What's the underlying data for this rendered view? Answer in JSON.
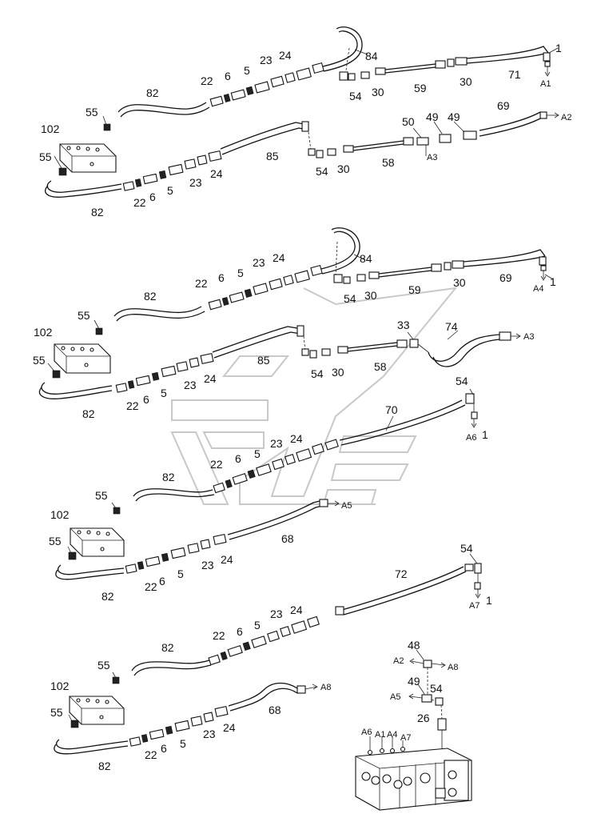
{
  "labels": {
    "s1": {
      "hose84": "84",
      "n54a": "54",
      "n30a": "30",
      "n59": "59",
      "n30b": "30",
      "hose71": "71",
      "n1": "1",
      "a1": "A1",
      "n24": "24",
      "n23": "23",
      "n5": "5",
      "n6": "6",
      "n22": "22",
      "hose82": "82",
      "n55": "55",
      "block": "102",
      "n55b": "55",
      "hose82b": "82",
      "n22b": "22",
      "n6b": "6",
      "n5b": "5",
      "n23b": "23",
      "n24b": "24",
      "hose85": "85",
      "n54b": "54",
      "n30c": "30",
      "n58": "58",
      "n50": "50",
      "a3": "A3",
      "n49": "49",
      "n49b": "49",
      "hose69": "69",
      "a2": "A2"
    },
    "s2": {
      "hose84": "84",
      "n54a": "54",
      "n30a": "30",
      "n59": "59",
      "n30b": "30",
      "hose69": "69",
      "n1": "1",
      "a4": "A4",
      "n24": "24",
      "n23": "23",
      "n5": "5",
      "n6": "6",
      "n22": "22",
      "hose82": "82",
      "n55": "55",
      "block": "102",
      "n55b": "55",
      "hose82b": "82",
      "n22b": "22",
      "n6b": "6",
      "n5b": "5",
      "n23b": "23",
      "n24b": "24",
      "hose85": "85",
      "n54b": "54",
      "n30c": "30",
      "n58": "58",
      "n33": "33",
      "hose74": "74",
      "a3": "A3"
    },
    "s3": {
      "n54": "54",
      "n1": "1",
      "a6": "A6",
      "hose70": "70",
      "n24": "24",
      "n23": "23",
      "n5": "5",
      "n6": "6",
      "n22": "22",
      "hose82": "82",
      "n55": "55",
      "block": "102",
      "n55b": "55",
      "hose82b": "82",
      "n22b": "22",
      "n6b": "6",
      "n5b": "5",
      "n23b": "23",
      "n24b": "24",
      "hose68": "68",
      "a5": "A5"
    },
    "s4": {
      "n54": "54",
      "n1": "1",
      "a7": "A7",
      "hose72": "72",
      "n24": "24",
      "n23": "23",
      "n5": "5",
      "n6": "6",
      "n22": "22",
      "hose82": "82",
      "n55": "55",
      "block": "102",
      "n55b": "55",
      "hose82b": "82",
      "n22b": "22",
      "n6b": "6",
      "n5b": "5",
      "n23b": "23",
      "n24b": "24",
      "hose68": "68",
      "a8": "A8"
    },
    "valve": {
      "n48": "48",
      "a2": "A2",
      "a8": "A8",
      "n49": "49",
      "n54": "54",
      "a5": "A5",
      "n26": "26",
      "a6": "A6",
      "a1": "A1",
      "a4": "A4",
      "a7": "A7"
    }
  }
}
